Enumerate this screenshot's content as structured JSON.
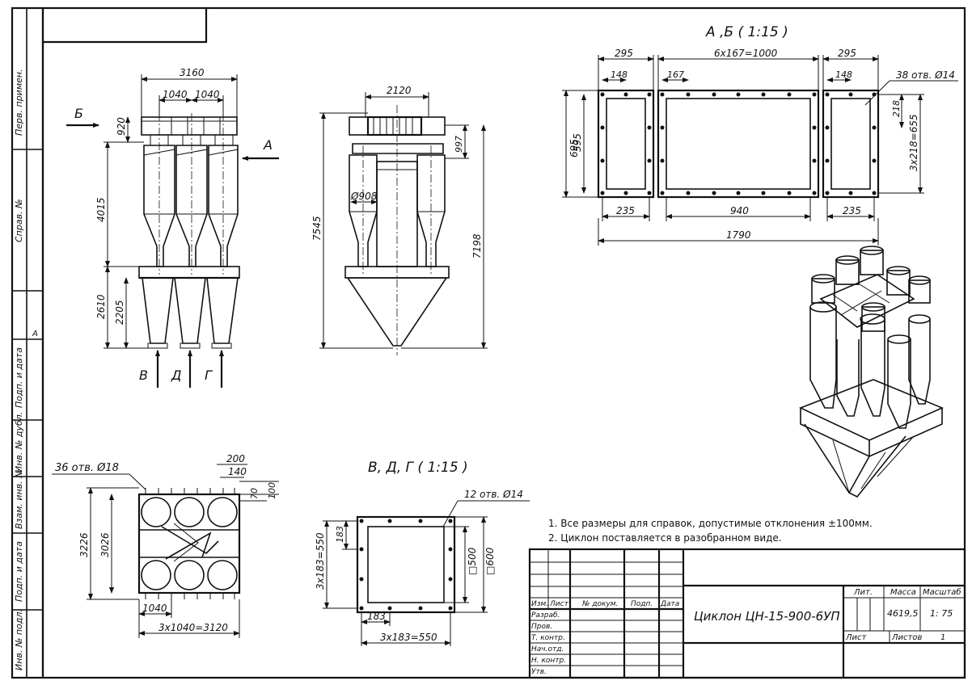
{
  "sidebar": {
    "perv_primen": "Перв. примен.",
    "sprav_no": "Справ. №",
    "marker_a": "A",
    "podp_data_1": "Подп. и дата",
    "inv_dubl": "Инв. № дубл.",
    "vzam_inv": "Взам. инв. №",
    "podp_data_2": "Подп. и дата",
    "inv_podl": "Инв. № подл."
  },
  "views": {
    "front": {
      "dims": [
        "3160",
        "1040",
        "1040",
        "920",
        "4015",
        "2610",
        "2205"
      ],
      "labels": [
        "Б",
        "A",
        "B",
        "Д",
        "Г"
      ]
    },
    "side": {
      "dims": [
        "2120",
        "997",
        "Ø908",
        "7545",
        "7198"
      ]
    },
    "flange_ab": {
      "title": "А ,Б ( 1:15 )",
      "dims": [
        "295",
        "6x167=1000",
        "295",
        "148",
        "167",
        "148",
        "38 отв. Ø14",
        "218",
        "3x218=655",
        "695",
        "595",
        "235",
        "940",
        "235",
        "1790"
      ]
    },
    "plan": {
      "dims": [
        "36 отв. Ø18",
        "200",
        "140",
        "70",
        "100",
        "3226",
        "3026",
        "1040",
        "3x1040=3120"
      ]
    },
    "flange_vdg": {
      "title": "В, Д, Г ( 1:15 )",
      "dims": [
        "12 отв. Ø14",
        "183",
        "3x183=550",
        "□500",
        "□600",
        "183",
        "3x183=550"
      ]
    }
  },
  "notes": [
    "1. Все размеры для справок, допустимые отклонения ±100мм.",
    "2. Циклон поставляется в разобранном виде."
  ],
  "title_block": {
    "headers": {
      "izm": "Изм.",
      "list": "Лист",
      "doc": "№ докум.",
      "podp": "Подп.",
      "data": "Дата"
    },
    "roles": [
      "Разраб.",
      "Пров.",
      "Т. контр.",
      "Нач.отд.",
      "Н. контр.",
      "Утв."
    ],
    "designation": "Циклон ЦН-15-900-6УП",
    "lit_label": "Лит.",
    "mass_label": "Масса",
    "scale_label": "Масштаб",
    "mass_value": "4619,5",
    "scale_value": "1: 75",
    "sheet_label": "Лист",
    "sheets_label": "Листов",
    "sheets_value": "1"
  }
}
